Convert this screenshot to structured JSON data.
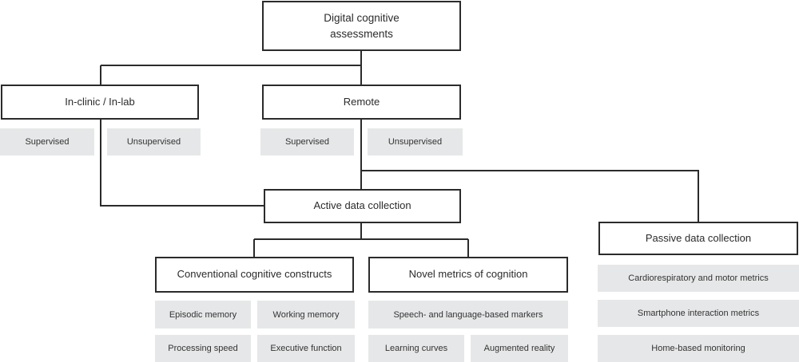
{
  "diagram": {
    "root": {
      "label_line1": "Digital cognitive",
      "label_line2": "assessments"
    },
    "in_clinic": {
      "label": "In-clinic / In-lab",
      "supervised": "Supervised",
      "unsupervised": "Unsupervised"
    },
    "remote": {
      "label": "Remote",
      "supervised": "Supervised",
      "unsupervised": "Unsupervised"
    },
    "active": {
      "label": "Active data collection"
    },
    "passive": {
      "label": "Passive data collection",
      "items": [
        "Cardiorespiratory and motor metrics",
        "Smartphone interaction metrics",
        "Home-based monitoring"
      ]
    },
    "conventional": {
      "label": "Conventional cognitive constructs",
      "items": [
        "Episodic memory",
        "Working memory",
        "Processing speed",
        "Executive function"
      ]
    },
    "novel": {
      "label": "Novel metrics of cognition",
      "items": [
        "Speech- and language-based markers",
        "Learning curves",
        "Augmented reality"
      ]
    },
    "colors": {
      "line": "#2b2b2b",
      "tag_fill": "#e6e7e8",
      "box_fill": "#ffffff"
    }
  }
}
